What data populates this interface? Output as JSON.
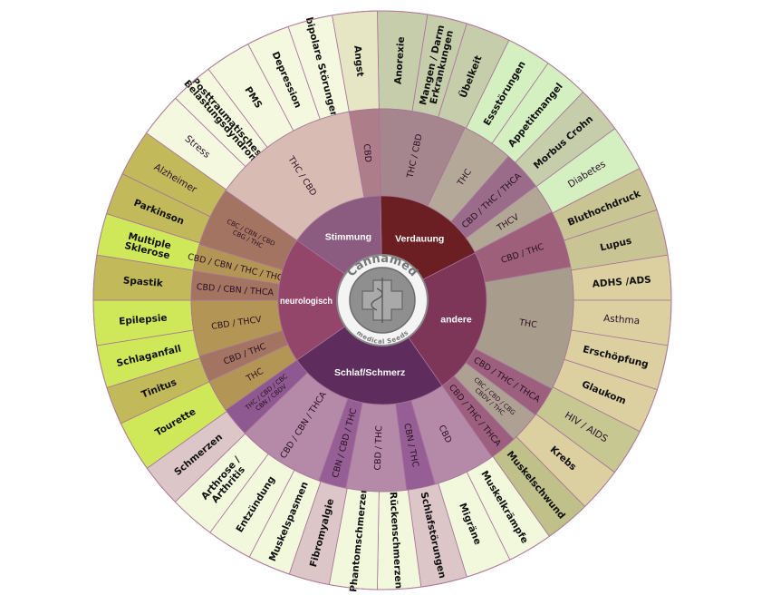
{
  "logo": {
    "name": "Cannamed",
    "subtitle": "medical Seeds"
  },
  "inner": [
    {
      "label": "Verdauung",
      "color": "#6b1f22"
    },
    {
      "label": "andere",
      "color": "#7e3658"
    },
    {
      "label": "Schlaf/Schmerz",
      "color": "#5e2d5e"
    },
    {
      "label": "neurologisch",
      "color": "#93456a"
    },
    {
      "label": "Stimmung",
      "color": "#8c5b80"
    }
  ],
  "middle": [
    {
      "lines": [
        "THC / CBD"
      ],
      "color": "#a5858e"
    },
    {
      "lines": [
        "THC"
      ],
      "color": "#b4a898"
    },
    {
      "lines": [
        "CBD / THC / THCA"
      ],
      "color": "#9a6c8a"
    },
    {
      "lines": [
        "THCV"
      ],
      "color": "#b2a695"
    },
    {
      "lines": [
        "CBD / THC"
      ],
      "color": "#9e5f7a"
    },
    {
      "lines": [
        "THC"
      ],
      "color": "#a89d8d"
    },
    {
      "lines": [
        "CBD / THC / THCA"
      ],
      "color": "#9c5f7e"
    },
    {
      "lines": [
        "CBC / CBD / CBG",
        "CBDV / THC"
      ],
      "color": "#aea194"
    },
    {
      "lines": [
        "CBD / THC / THCA"
      ],
      "color": "#9c5f7e"
    },
    {
      "lines": [
        "CBD"
      ],
      "color": "#b58aa8"
    },
    {
      "lines": [
        "CBN / THC"
      ],
      "color": "#955f95"
    },
    {
      "lines": [
        "CBD / THC"
      ],
      "color": "#b58aa8"
    },
    {
      "lines": [
        "CBN / CBD / THC"
      ],
      "color": "#955f95"
    },
    {
      "lines": [
        "CBD / CBN / THCA"
      ],
      "color": "#b58aa8"
    },
    {
      "lines": [
        "THC / CBD / CBC",
        "CBN / CBDV"
      ],
      "color": "#8e5890"
    },
    {
      "lines": [
        "THC"
      ],
      "color": "#b39555"
    },
    {
      "lines": [
        "CBD / THC"
      ],
      "color": "#a37462"
    },
    {
      "lines": [
        "CBD / THCV"
      ],
      "color": "#b39555"
    },
    {
      "lines": [
        "CBD / CBN / THCA"
      ],
      "color": "#a37462"
    },
    {
      "lines": [
        "CBD / CBN / THC / THCA"
      ],
      "color": "#b39555"
    },
    {
      "lines": [
        "CBC / CBN / CBD",
        "CBG / THC"
      ],
      "color": "#a37462"
    },
    {
      "lines": [
        "THC / CBD"
      ],
      "color": "#d8bcb3"
    },
    {
      "lines": [
        "CBD"
      ],
      "color": "#ad7d8a"
    }
  ],
  "outer": [
    {
      "lines": [
        "Anorexie"
      ],
      "color": "#c6cdab"
    },
    {
      "lines": [
        "Mangen / Darm",
        "Erkrankungen"
      ],
      "color": "#c6cdab"
    },
    {
      "lines": [
        "Übelkeit"
      ],
      "color": "#c6cdab"
    },
    {
      "lines": [
        "Essstörungen"
      ],
      "color": "#d4f0c0"
    },
    {
      "lines": [
        "Appetitmangel"
      ],
      "color": "#d4f0c0"
    },
    {
      "lines": [
        "Morbus Crohn"
      ],
      "color": "#c6cdab"
    },
    {
      "lines": [
        "Diabetes"
      ],
      "color": "#d4f0c0",
      "light": true
    },
    {
      "lines": [
        "Bluthochdruck"
      ],
      "color": "#c9c494"
    },
    {
      "lines": [
        "Lupus"
      ],
      "color": "#c9c494"
    },
    {
      "lines": [
        "ADHS /ADS"
      ],
      "color": "#dccfa0"
    },
    {
      "lines": [
        "Asthma"
      ],
      "color": "#dccfa0",
      "light": true
    },
    {
      "lines": [
        "Erschöpfung"
      ],
      "color": "#dccfa0"
    },
    {
      "lines": [
        "Glaukom"
      ],
      "color": "#dccfa0"
    },
    {
      "lines": [
        "HIV / AIDS"
      ],
      "color": "#c6c791",
      "light": true
    },
    {
      "lines": [
        "Krebs"
      ],
      "color": "#dccfa0"
    },
    {
      "lines": [
        "Muskelschwund"
      ],
      "color": "#bfc08a"
    },
    {
      "lines": [
        "Muskelkrämpfe"
      ],
      "color": "#f2f8dc"
    },
    {
      "lines": [
        "Migräne"
      ],
      "color": "#f2f8dc"
    },
    {
      "lines": [
        "Schlafstörungen"
      ],
      "color": "#dcc6c8"
    },
    {
      "lines": [
        "Rückenschmerzen"
      ],
      "color": "#f2f8dc"
    },
    {
      "lines": [
        "Phantomschmerzen"
      ],
      "color": "#f2f8dc"
    },
    {
      "lines": [
        "Fibromyalgie"
      ],
      "color": "#dcc6c8"
    },
    {
      "lines": [
        "Muskelspasmen"
      ],
      "color": "#f2f8dc"
    },
    {
      "lines": [
        "Entzündung"
      ],
      "color": "#f2f8dc"
    },
    {
      "lines": [
        "Arthrose /",
        "Arthritis"
      ],
      "color": "#f2f8dc"
    },
    {
      "lines": [
        "Schmerzen"
      ],
      "color": "#dcc6c8"
    },
    {
      "lines": [
        "Tourette"
      ],
      "color": "#cfe85a"
    },
    {
      "lines": [
        "Tinitus"
      ],
      "color": "#c2b95a"
    },
    {
      "lines": [
        "Schlaganfall"
      ],
      "color": "#cfe85a"
    },
    {
      "lines": [
        "Epilepsie"
      ],
      "color": "#cfe85a"
    },
    {
      "lines": [
        "Spastik"
      ],
      "color": "#c2b95a"
    },
    {
      "lines": [
        "Multiple",
        "Sklerose"
      ],
      "color": "#cfe85a"
    },
    {
      "lines": [
        "Parkinson"
      ],
      "color": "#c2b95a"
    },
    {
      "lines": [
        "Alzheimer"
      ],
      "color": "#c2b95a",
      "light": true
    },
    {
      "lines": [
        "Stress"
      ],
      "color": "#f3f8de",
      "light": true
    },
    {
      "lines": [
        "Posttraumatisches",
        "Belastungsdyndrom"
      ],
      "color": "#f3f8de",
      "small": true
    },
    {
      "lines": [
        "PMS"
      ],
      "color": "#f3f8de"
    },
    {
      "lines": [
        "Depression"
      ],
      "color": "#f3f8de"
    },
    {
      "lines": [
        "bipolare Störungen"
      ],
      "color": "#f3f8de"
    },
    {
      "lines": [
        "Angst"
      ],
      "color": "#e6e6c4"
    }
  ]
}
